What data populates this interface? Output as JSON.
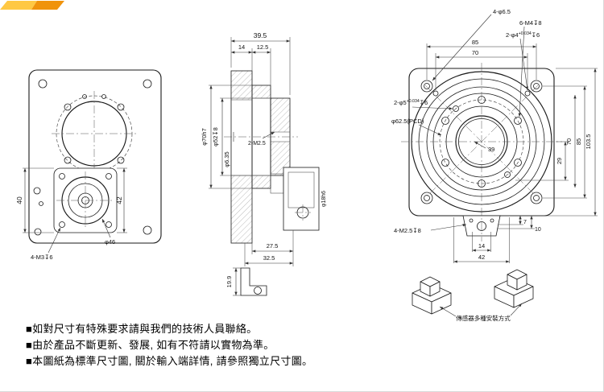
{
  "page": {
    "background": "#ffffff",
    "ribbon_color_left": "#ffc843",
    "ribbon_color_right": "#f0930c"
  },
  "front_view": {
    "dim_height": "40",
    "dim_flange_width": "42",
    "label_bore": "φ46",
    "label_thread": "4-M3↧6"
  },
  "side_view": {
    "dim_total_depth": "39.5",
    "dim_plate": "14",
    "dim_step": "12.5",
    "label_dia_1": "φ70h7",
    "label_dia_2": "φ52↧8",
    "label_dia_3": "φ6.35",
    "label_thread": "2-M2.5",
    "label_shaft": "φ18h6",
    "dim_bottom_1": "27.5",
    "dim_bottom_2": "32.5",
    "dim_bracket": "19.9"
  },
  "back_view": {
    "label_corner_holes": "4-φ6.5",
    "label_bolt_holes": "6-M4↧8",
    "label_dowel_4": "2-φ4",
    "tolerance": "+0.034",
    "depth_6": "↧6",
    "dim_85_top": "85",
    "dim_70_top": "70",
    "label_dowel_5": "2-φ5",
    "label_pcd": "φ62.5(PCD)",
    "dim_bore": "39",
    "dim_29": "29",
    "dim_70_right": "70",
    "dim_85_right": "85",
    "dim_total_height": "103.5",
    "label_sensor_thread": "4-M2.5↧8",
    "dim_7": "7",
    "dim_10": "10",
    "dim_14": "14",
    "dim_42": "42"
  },
  "iso": {
    "caption": "傳感器多種安裝方式"
  },
  "notes": [
    "■如對尺寸有特殊要求請與我們的技術人員聯絡。",
    "■由於產品不斷更新、發展, 如有不符請以實物為準。",
    "■本圖紙為標準尺寸圖, 關於輸入端詳情, 請參照獨立尺寸圖。"
  ]
}
